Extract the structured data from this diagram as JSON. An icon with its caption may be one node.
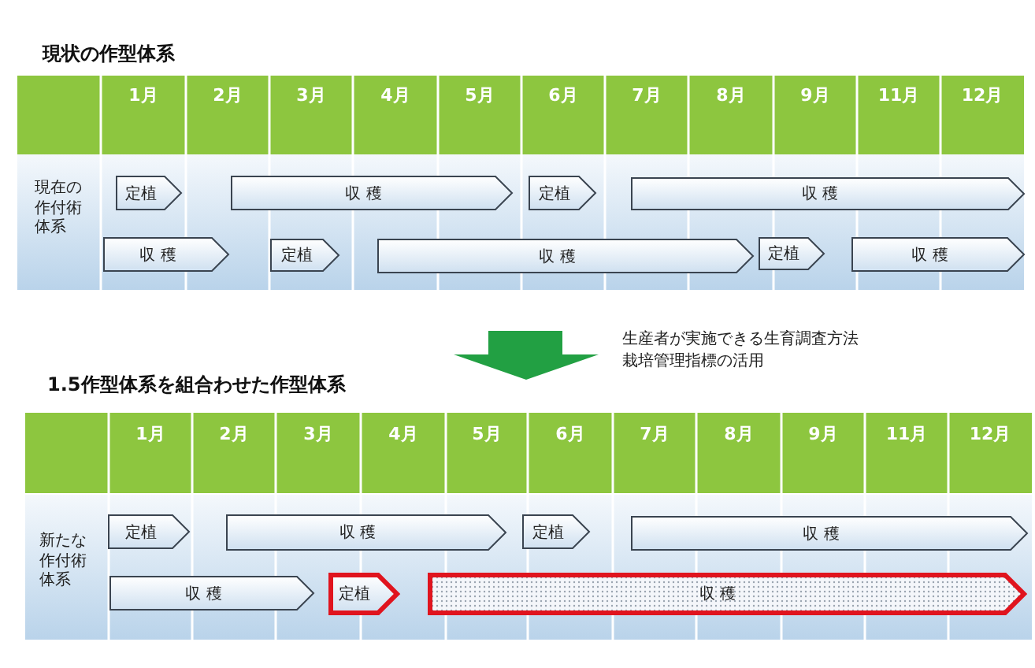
{
  "diagram": {
    "nodes": [
      {
        "text": [
          "定植"
        ]
      },
      {
        "text": [
          "収 穫"
        ]
      },
      {
        "text": [
          "定植"
        ]
      },
      {
        "text": [
          "収 穫"
        ]
      },
      {
        "text": [
          "収 穫"
        ]
      },
      {
        "text": [
          "定植"
        ]
      },
      {
        "text": [
          "収 穫"
        ]
      },
      {
        "text": [
          "定植"
        ]
      },
      {
        "text": [
          "収 穫"
        ]
      },
      {
        "text": [
          "定植"
        ]
      },
      {
        "text": [
          "収 穫"
        ]
      },
      {
        "text": [
          "定植"
        ]
      },
      {
        "text": [
          "収 穫"
        ]
      },
      {
        "text": [
          "収 穫"
        ]
      },
      {
        "text": [
          "定植"
        ]
      },
      {
        "text": [
          "収 穫"
        ]
      }
    ],
    "edges": [],
    "labels": [
      "現状の作型体系",
      "1月",
      "2月",
      "3月",
      "4月",
      "5月",
      "6月",
      "7月",
      "8月",
      "9月",
      "11月",
      "12月",
      "現在の作付術体系",
      "生産者が実施できる生育調査方法",
      "栽培管理指標の活用",
      "1.5作型体系を組合わせた作型体系",
      "1月",
      "2月",
      "3月",
      "4月",
      "5月",
      "6月",
      "7月",
      "8月",
      "9月",
      "11月",
      "12月",
      "新たな作付術体系"
    ]
  }
}
